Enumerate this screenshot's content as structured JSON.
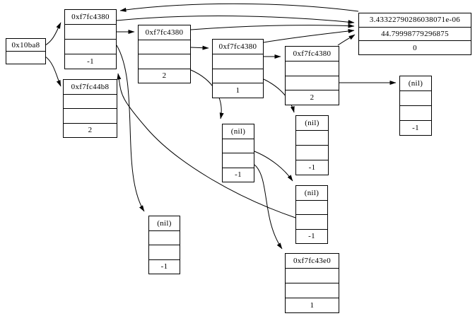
{
  "diagram": {
    "title": "pointer-graph",
    "colors": {
      "background": "#ffffff",
      "node_border": "#000000",
      "edge": "#000000",
      "text": "#000000"
    },
    "nodes": [
      {
        "id": "n0",
        "title": "0x10ba8",
        "cells": [
          ""
        ],
        "value": null
      },
      {
        "id": "n1",
        "title": "0xf7fc4380",
        "cells": [
          "",
          ""
        ],
        "value": "-1"
      },
      {
        "id": "n2",
        "title": "0xf7fc44b8",
        "cells": [
          "",
          ""
        ],
        "value": "2"
      },
      {
        "id": "n3",
        "title": "0xf7fc4380",
        "cells": [
          "",
          ""
        ],
        "value": "2"
      },
      {
        "id": "n4",
        "title": "0xf7fc4380",
        "cells": [
          "",
          ""
        ],
        "value": "1"
      },
      {
        "id": "n5",
        "title": "0xf7fc4380",
        "cells": [
          "",
          ""
        ],
        "value": "2"
      },
      {
        "id": "n6",
        "title": null,
        "cells": [
          "3.43322790286038071e-06",
          "44.79998779296875",
          "0"
        ],
        "value": null
      },
      {
        "id": "n7",
        "title": "(nil)",
        "cells": [
          "",
          ""
        ],
        "value": "-1"
      },
      {
        "id": "n8",
        "title": "(nil)",
        "cells": [
          "",
          ""
        ],
        "value": "-1"
      },
      {
        "id": "n9",
        "title": "(nil)",
        "cells": [
          "",
          ""
        ],
        "value": "-1"
      },
      {
        "id": "n10",
        "title": "(nil)",
        "cells": [
          "",
          ""
        ],
        "value": "-1"
      },
      {
        "id": "n11",
        "title": "(nil)",
        "cells": [
          "",
          ""
        ],
        "value": "-1"
      },
      {
        "id": "n12",
        "title": "0xf7fc43e0",
        "cells": [
          "",
          ""
        ],
        "value": "1"
      }
    ],
    "edges": [
      {
        "from": "n0",
        "to": "n1"
      },
      {
        "from": "n0",
        "to": "n2"
      },
      {
        "from": "n1",
        "to": "n6"
      },
      {
        "from": "n1",
        "to": "n3"
      },
      {
        "from": "n1",
        "to": "n11"
      },
      {
        "from": "n3",
        "to": "n6"
      },
      {
        "from": "n3",
        "to": "n4"
      },
      {
        "from": "n3",
        "to": "n9"
      },
      {
        "from": "n4",
        "to": "n6"
      },
      {
        "from": "n4",
        "to": "n5"
      },
      {
        "from": "n4",
        "to": "n8"
      },
      {
        "from": "n5",
        "to": "n6"
      },
      {
        "from": "n5",
        "to": "n7"
      },
      {
        "from": "n6",
        "to": "n1"
      },
      {
        "from": "n9",
        "to": "n10"
      },
      {
        "from": "n9",
        "to": "n12"
      },
      {
        "from": "n10",
        "to": "n1"
      }
    ]
  }
}
